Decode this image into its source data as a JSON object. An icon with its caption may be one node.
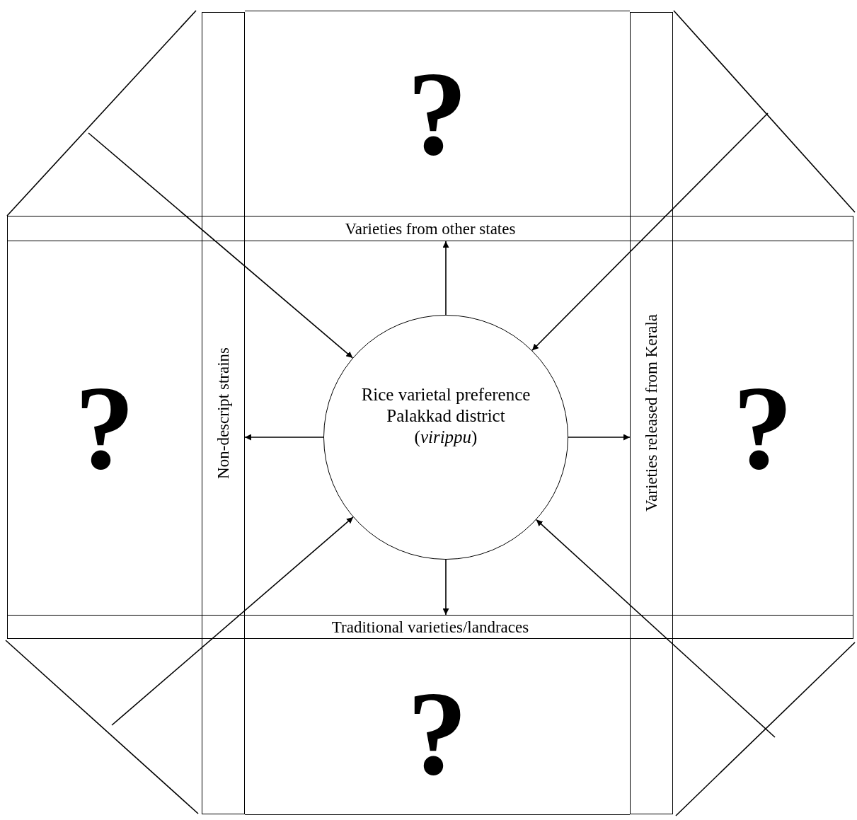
{
  "diagram": {
    "nodes": [
      {
        "text": [
          "Rice varietal preference Palakkad district (*virippu*)"
        ]
      },
      {
        "text": [
          "Varieties from other states"
        ]
      },
      {
        "text": [
          "Non-descript strains"
        ]
      },
      {
        "text": [
          "Varieties released from Kerala"
        ]
      },
      {
        "text": [
          "Traditional varieties/landraces"
        ]
      },
      {
        "text": [
          "?"
        ]
      },
      {
        "text": [
          "?"
        ]
      },
      {
        "text": [
          "?"
        ]
      },
      {
        "text": [
          "?"
        ]
      }
    ],
    "edges": [
      {
        "from": 0,
        "to": 1,
        "arrow": "to"
      },
      {
        "from": 0,
        "to": 2,
        "arrow": "to"
      },
      {
        "from": 0,
        "to": 3,
        "arrow": "to"
      },
      {
        "from": 0,
        "to": 4,
        "arrow": "to"
      },
      {
        "from": null,
        "to": 0,
        "arrow": "to"
      },
      {
        "from": null,
        "to": 0,
        "arrow": "to"
      },
      {
        "from": null,
        "to": 0,
        "arrow": "to"
      },
      {
        "from": null,
        "to": 0,
        "arrow": "to"
      }
    ]
  }
}
